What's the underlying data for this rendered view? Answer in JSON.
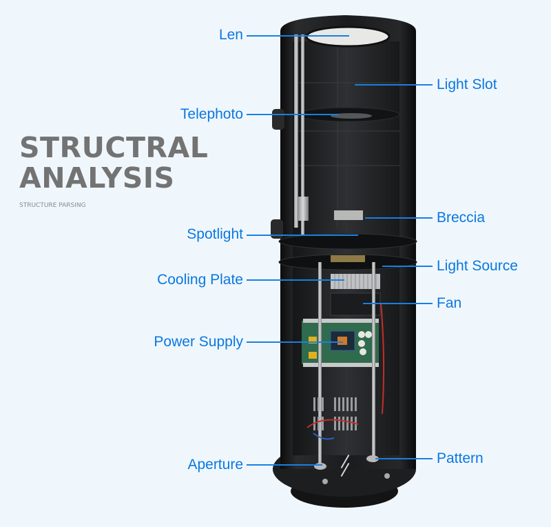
{
  "heading": {
    "title_line1": "STRUCTRAL",
    "title_line2": "ANALYSIS",
    "subtitle": "STRUCTURE PARSING"
  },
  "labels": {
    "len": "Len",
    "telephoto": "Telephoto",
    "spotlight": "Spotlight",
    "cooling_plate": "Cooling Plate",
    "power_supply": "Power Supply",
    "aperture": "Aperture",
    "light_slot": "Light Slot",
    "breccia": "Breccia",
    "light_source": "Light Source",
    "fan": "Fan",
    "pattern": "Pattern"
  },
  "colors": {
    "background": "#eff7fd",
    "label": "#0b77e0",
    "leader": "#1a7fe0",
    "title": "#737373"
  }
}
